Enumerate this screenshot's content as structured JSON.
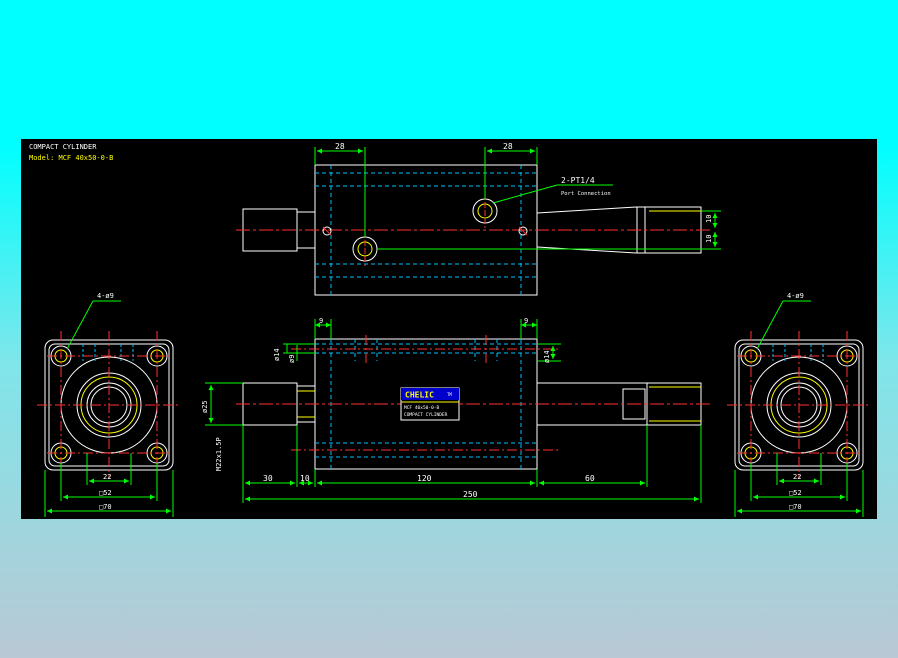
{
  "title_block": {
    "line1": "COMPACT CYLINDER",
    "line2": "Model: MCF 40x50-0-B"
  },
  "top_view": {
    "dim_left": "28",
    "dim_right": "28",
    "port_label": "2-PT1/4",
    "port_sub": "Port Connection",
    "dim_side_a": "10",
    "dim_side_b": "10"
  },
  "front_view": {
    "dim_9_left": "9",
    "dim_9_right": "9",
    "dia_14_left": "ø14",
    "dia_9_left": "ø9",
    "dia_14_right": "ø14",
    "dia_25": "ø25",
    "thread": "M22x1.5P",
    "d30": "30",
    "d10": "10",
    "d120": "120",
    "d60": "60",
    "d250": "250",
    "brand": "CHELIC",
    "brand_suffix": "TM",
    "plate_model": "MCF 40x50-0-B",
    "plate_name": "COMPACT CYLINDER"
  },
  "left_end": {
    "holes": "4-ø9",
    "d22": "22",
    "d52": "□52",
    "d70": "□70"
  },
  "right_end": {
    "holes": "4-ø9",
    "d22": "22",
    "d52": "□52",
    "d70": "□70"
  }
}
